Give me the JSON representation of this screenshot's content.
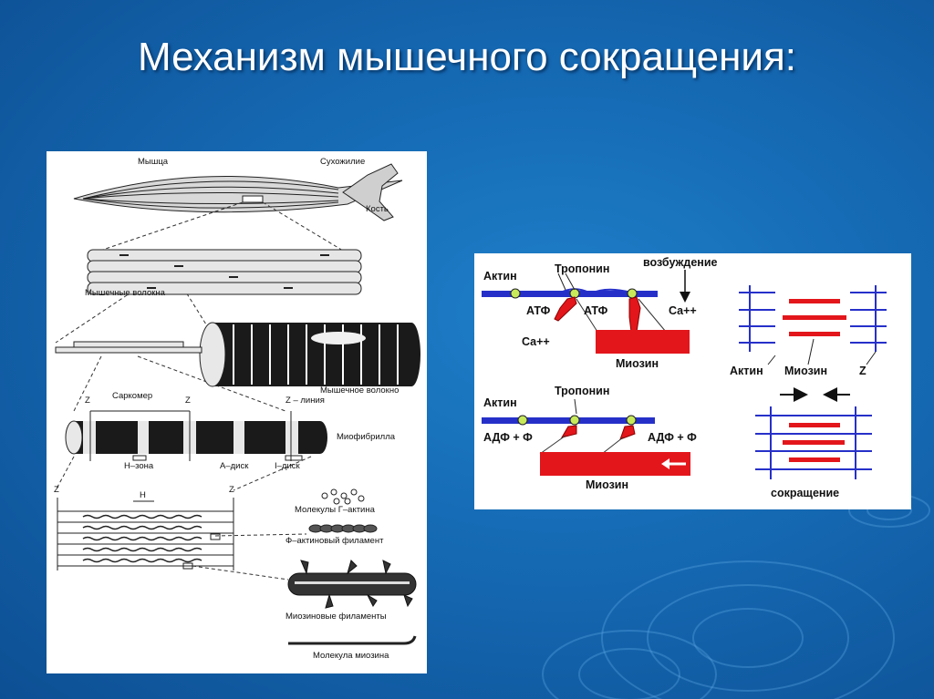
{
  "slide": {
    "title": "Механизм мышечного сокращения:"
  },
  "left_diagram": {
    "muscle": "Мышца",
    "tendon": "Сухожилие",
    "bone": "Кость",
    "fibers": "Мышечные волокна",
    "fiber": "Мышечное волокно",
    "sarcomere": "Саркомер",
    "z1": "Z",
    "z2": "Z",
    "z_line": "Z – линия",
    "myofibril": "Миофибрилла",
    "h_zone": "Н–зона",
    "a_disk": "А–диск",
    "i_disk": "I–диск",
    "z3": "Z",
    "z4": "Z",
    "h": "Н",
    "g_actin": "Молекулы Г–актина",
    "f_actin": "Ф–актиновый филамент",
    "myosin_filaments": "Миозиновые филаменты",
    "myosin_molecule": "Молекула миозина"
  },
  "right_diagram": {
    "actin_top": "Актин",
    "troponin_top": "Тропонин",
    "excitation": "возбуждение",
    "atf1": "АТФ",
    "atf2": "АТФ",
    "ca_right": "Са++",
    "ca_left": "Са++",
    "myosin_top": "Миозин",
    "actin_legend": "Актин",
    "myosin_legend": "Миозин",
    "z_legend": "Z",
    "actin_bottom": "Актин",
    "troponin_bottom": "Тропонин",
    "adf_left": "АДФ + Ф",
    "adf_right": "АДФ + Ф",
    "myosin_bottom": "Миозин",
    "contraction": "сокращение"
  },
  "colors": {
    "actin": "#2630c9",
    "myosin": "#e3161b",
    "troponin": "#c8ea5a"
  }
}
